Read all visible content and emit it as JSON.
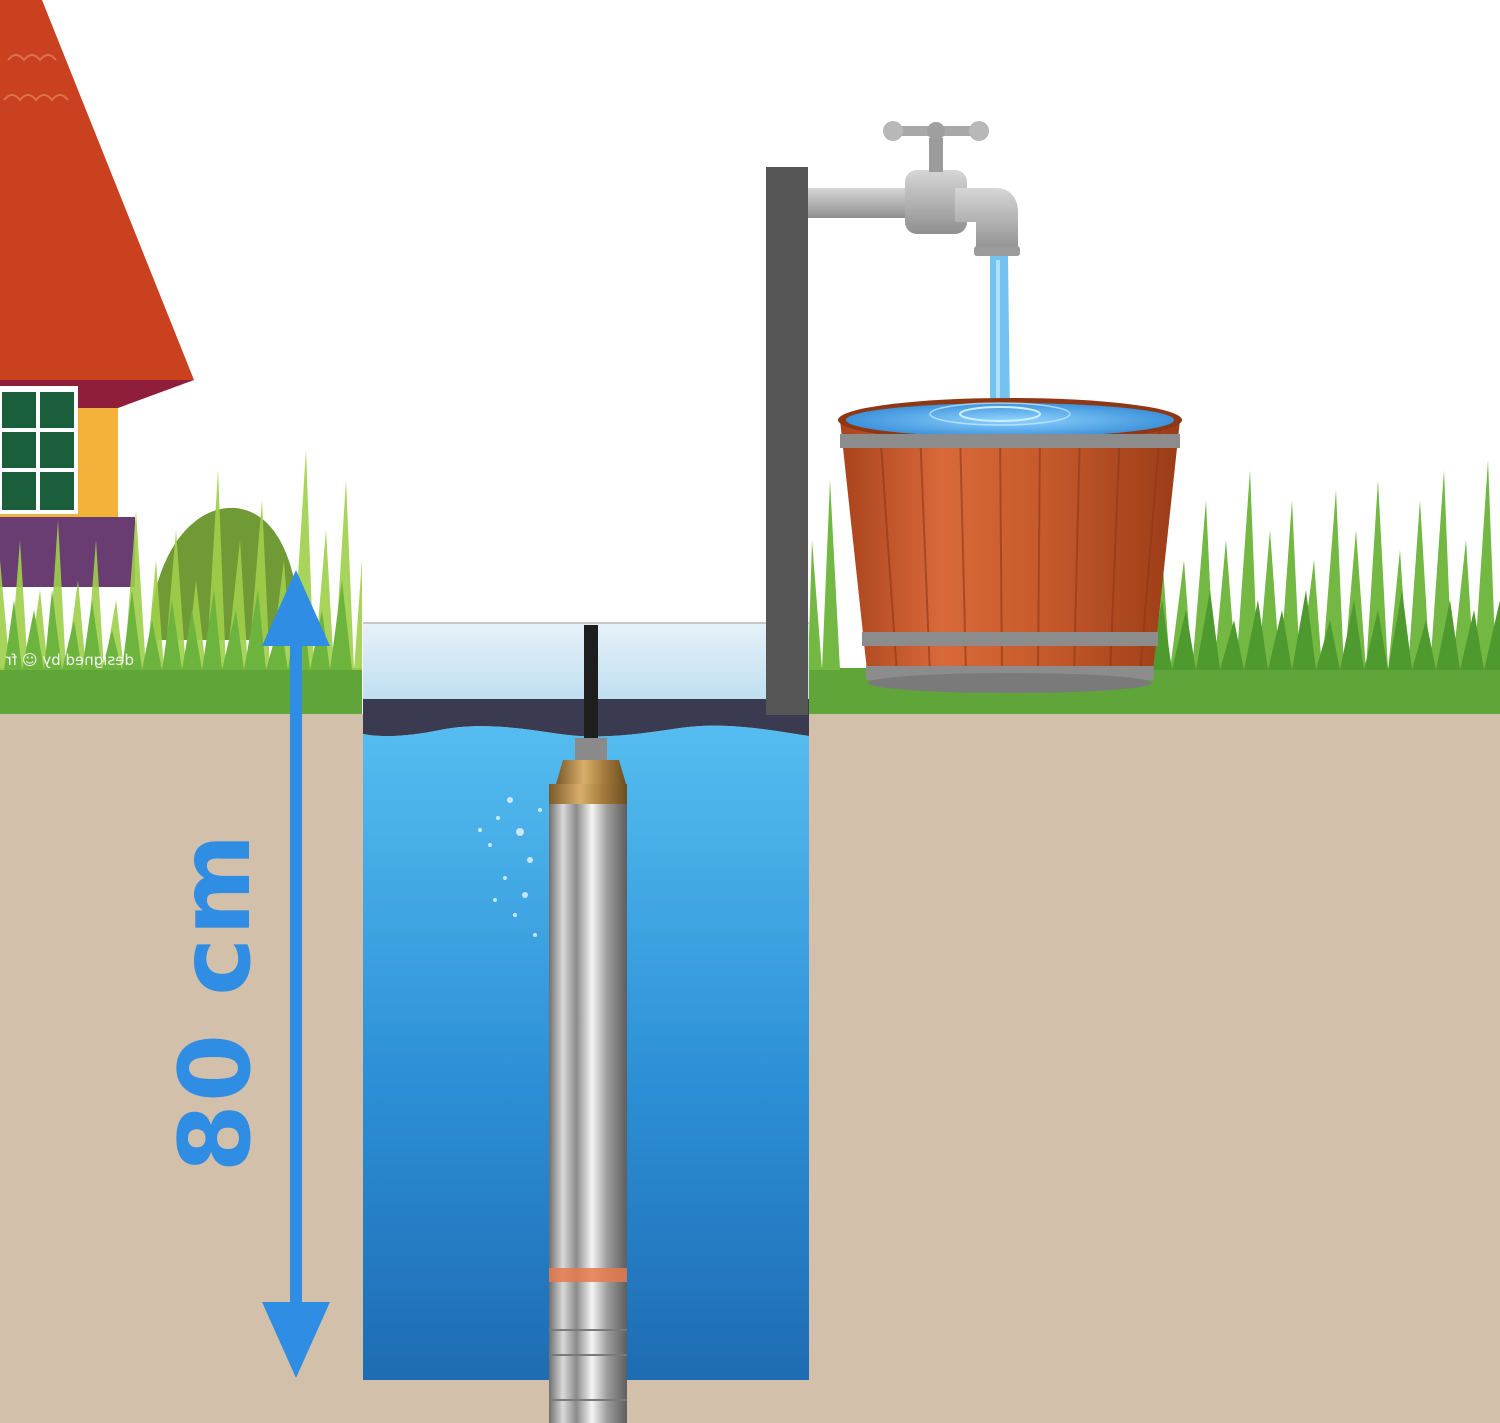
{
  "depth_label": "80 cm",
  "watermark": "designed by ☺ fr",
  "icons": {
    "arrow": "double-headed-arrow-icon",
    "faucet": "faucet-icon",
    "pump": "submersible-pump",
    "barrel": "wooden-barrel",
    "house": "house"
  },
  "colors": {
    "soil": "#d2c0ab",
    "grass_strip": "#5fa53a",
    "well_water_top": "#4fb4ec",
    "well_water_bottom": "#1f6fb4",
    "arrow": "#2f8de4",
    "roof": "#c9411f",
    "wall": "#f4b23a",
    "window": "#1b5e3c",
    "post": "#555555",
    "faucet": "#b5b5b5",
    "barrel_wood": "#c85a2a",
    "barrel_hoop": "#8c8c8c"
  }
}
